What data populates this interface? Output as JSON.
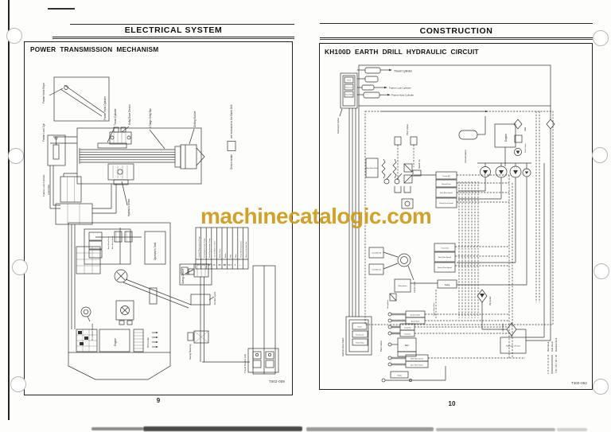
{
  "watermark": {
    "text": "machinecatalogic.com",
    "color": "#cf9b1d"
  },
  "left_page": {
    "header": "ELECTRICAL SYSTEM",
    "title": "POWER TRANSMISSION MECHANISM",
    "page_number": "9",
    "figure_number": "T002-009",
    "labels": {
      "frame_hoist_rope": "Frame Hoist Rope",
      "frame_hoist_cylinder": "Frame Hoist Cylinder",
      "frame_lock_cyl": "Frame Lock Cyl.",
      "frame_lock_cylinder": "Frame Lock Cylinder",
      "line_filter": "Line Filter",
      "thrust_cylinder": "Thrust Cylinder",
      "kelly_drive_device": "Kelly Drive Device",
      "four_stage_kelly_bar": "4 Stage Kelly Bar",
      "drilling_bucket": "Drilling Bucket",
      "device_inside": "Device inside",
      "exclusive_note": "are exclusive to the Earth Drill",
      "hydraulic_motor": "Hydraulic Motor",
      "aux_winch_drum": "Aux. Winch Drum",
      "main_winch_drum": "Main Winch Drum",
      "operators_seat": "Operator's Seat",
      "to_control_system": "To Control System",
      "engine": "Engine",
      "oil_cooler": "Oil Cooler",
      "swing_device": "Swing Device",
      "center_joint": "Center Joint",
      "swing_bearing": "Swing Bearing",
      "travel_device": "Travel Device (x2)"
    },
    "legend": {
      "columns": [
        {
          "abbr": "P1",
          "label": "Variable Displacement Pump"
        },
        {
          "abbr": "P2",
          "label": "Fixed Displacement Pump"
        },
        {
          "abbr": "P3",
          "label": "Fixed Displacement Pump"
        },
        {
          "abbr": "TC",
          "label": "Counter Balance Valve"
        },
        {
          "abbr": "YB",
          "label": "Brake Valve"
        },
        {
          "abbr": "BB",
          "label": "Brake"
        },
        {
          "abbr": "PLT",
          "label": "Pilot"
        },
        {
          "abbr": "F",
          "label": "Filter"
        },
        {
          "abbr": "––",
          "label": "Pump (Discharge) Line"
        },
        {
          "abbr": "- -",
          "label": "Return or Suction Line"
        }
      ]
    }
  },
  "right_page": {
    "header": "CONSTRUCTION",
    "title": "KH100D EARTH DRILL HYDRAULIC CIRCUIT",
    "page_number": "10",
    "figure_number": "T300-052",
    "labels": {
      "thrust_cylinder": "Thrust Cylinder",
      "frame_lock_cylinder": "Frame Lock Cylinder",
      "frame_hoist_cylinder": "Frame Hoist Cylinder",
      "solenoid_valve": "Solenoid Valve",
      "sol_thrust": "Thrust",
      "sol_frame_lock": "Frame Lock",
      "sol_frame_hoist": "Frame Hoist",
      "pilot_valve_top": "Pilot Valve",
      "accumulator": "Accumulator",
      "engine": "Engine",
      "filter": "Filter",
      "relief_valve": "Relief Valve",
      "main_relief_valve": "Main Relief Valve",
      "swash_cyl": "Swash Cyl.",
      "travel_motor_r": "Travel Motor (R)",
      "travel_motor_l": "Travel Motor (L)",
      "center_joint": "Center Joint",
      "swing_motor": "Swing Motor",
      "swing_brake": "Swing Brake",
      "lever_stop_valve": "Lever Stop Valve",
      "oil_cooler": "Oil Cooler",
      "line_filter": "Line Filter",
      "hydraulic_oil_tank": "Hydraulic Oil Tank",
      "solenoid_valve_switch": "Solenoid Valve Switch",
      "pilot_valve_bottom": "Pilot Valve",
      "swing_valve": "Swing"
    },
    "valve_bank_1": [
      "Travel (R)",
      "Boom Hoist",
      "Main (Fast Speed)",
      "Bucket (Fast Speed)"
    ],
    "valve_bank_2": [
      "Travel (L)",
      "Main (Slow Speed)",
      "Bucket (Slow Speed)"
    ],
    "pilot_rows": [
      "Bucket Rotate",
      "Boom Hoist",
      "Travel (R)",
      "Travel (L)",
      "Main",
      "Main Hoist Check",
      "Aux. Hoist Check",
      "Swing"
    ],
    "circuit_legend": [
      "Pilot Circuit",
      "Main Circuit",
      "Electrical Circuit"
    ]
  }
}
